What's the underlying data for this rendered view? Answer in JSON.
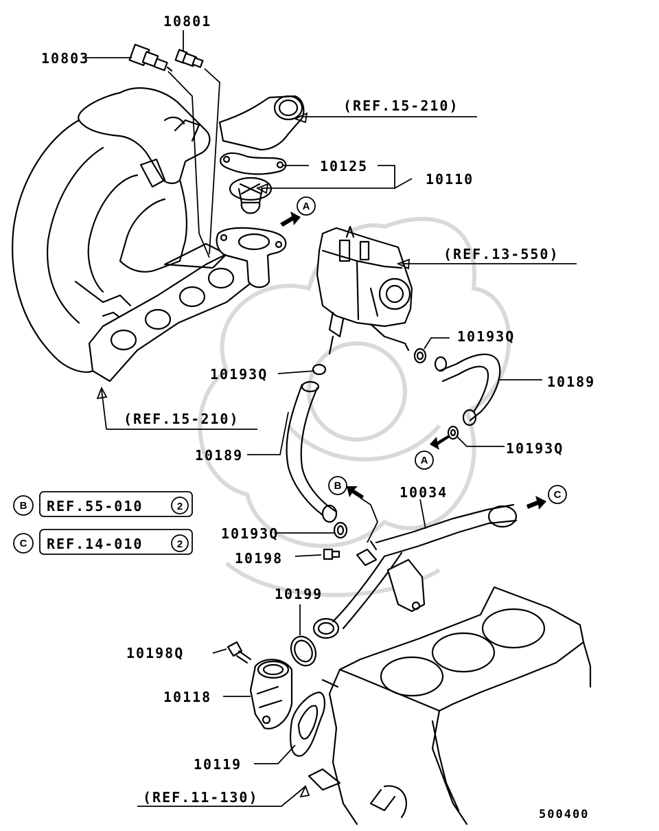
{
  "diagram": {
    "part_labels": {
      "p10801": "10801",
      "p10803": "10803",
      "p10125": "10125",
      "p10110": "10110",
      "p10193q_a": "10193Q",
      "p10193q_b": "10193Q",
      "p10193q_c": "10193Q",
      "p10193q_d": "10193Q",
      "p10189_right": "10189",
      "p10189_left": "10189",
      "p10034": "10034",
      "p10198": "10198",
      "p10199": "10199",
      "p10198q": "10198Q",
      "p10118": "10118",
      "p10119": "10119"
    },
    "references": {
      "ref_15_210_top": "(REF.15-210)",
      "ref_13_550": "(REF.13-550)",
      "ref_15_210_left": "(REF.15-210)",
      "ref_11_130": "(REF.11-130)"
    },
    "connector_markers": {
      "a_top": "A",
      "a_lower": "A",
      "b": "B",
      "c": "C"
    },
    "legend": [
      {
        "marker": "B",
        "text": "REF.55-010",
        "number": "2"
      },
      {
        "marker": "C",
        "text": "REF.14-010",
        "number": "2"
      }
    ],
    "diagram_code": "500400"
  }
}
